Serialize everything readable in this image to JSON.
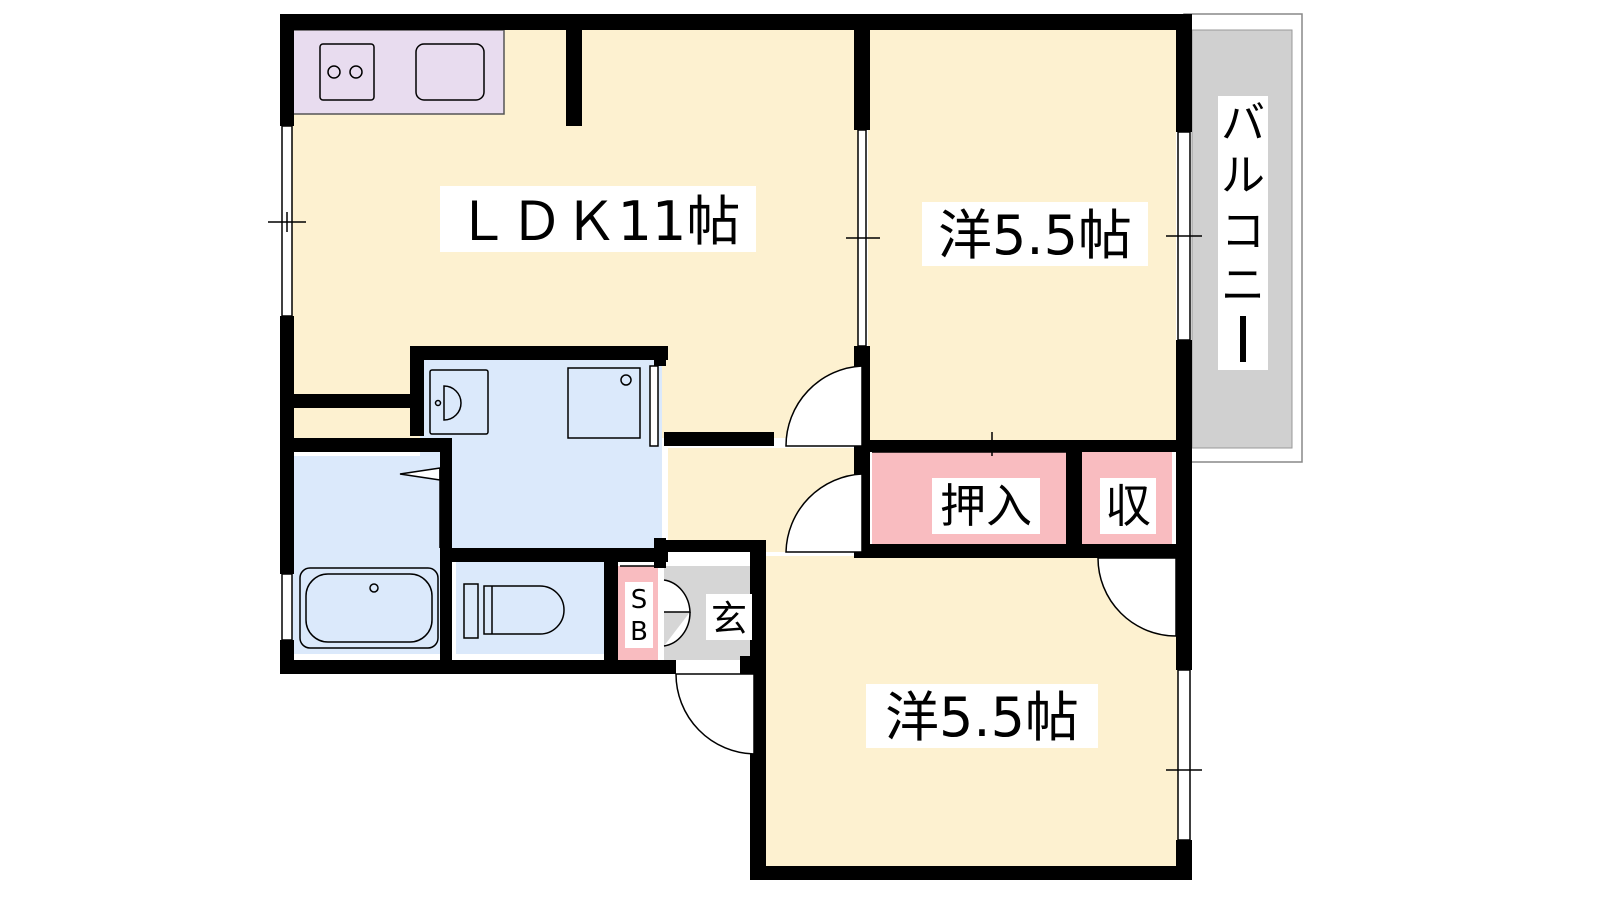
{
  "floor_plan": {
    "rooms": {
      "ldk": "ＬＤＫ11帖",
      "western_room_upper": "洋5.5帖",
      "western_room_lower": "洋5.5帖",
      "closet": "押入",
      "storage": "収",
      "entrance": "玄",
      "shoe_box_top": "S",
      "shoe_box_bottom": "B",
      "balcony": [
        "バ",
        "ル",
        "コ",
        "ニ",
        "ー"
      ]
    },
    "colors": {
      "room_floor": "#fdf1d0",
      "wet_area": "#dbe9fb",
      "kitchen": "#e8dcef",
      "storage_pink": "#f9bcc0",
      "entrance_gray": "#d6d6d6",
      "balcony_gray": "#d0d0d0",
      "wall": "#000000"
    }
  }
}
